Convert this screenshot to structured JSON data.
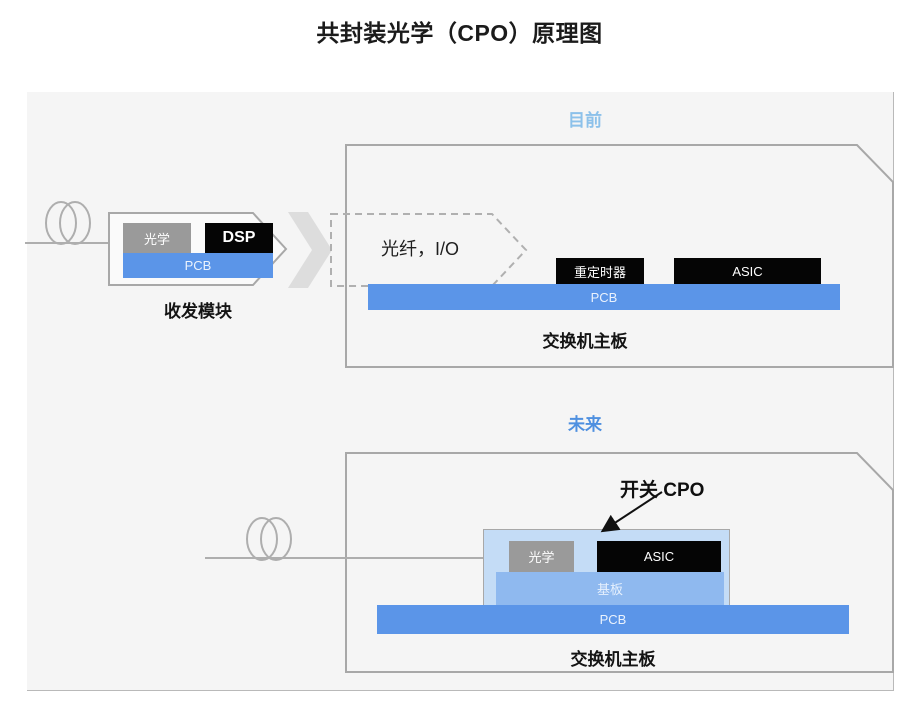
{
  "title": "共封装光学（CPO）原理图",
  "colors": {
    "panel_bg": "#f5f5f5",
    "pcb_blue": "#5b95e8",
    "substrate_blue": "#8fb9ef",
    "cpo_shell_blue": "#c4dcf6",
    "chip_grey": "#9a9a9a",
    "chip_black": "#050505",
    "outline_grey": "#a8a8a8",
    "label_current_blue": "#8cc1ea",
    "label_future_blue": "#4f90e0"
  },
  "sections": {
    "current": {
      "label": "目前",
      "transceiver": {
        "caption": "收发模块",
        "optics_label": "光学",
        "dsp_label": "DSP",
        "pcb_label": "PCB"
      },
      "fiber_io_label": "光纤，I/O",
      "board": {
        "caption": "交换机主板",
        "retimer_label": "重定时器",
        "asic_label": "ASIC",
        "pcb_label": "PCB"
      }
    },
    "future": {
      "label": "未来",
      "callout": "开关 CPO",
      "cpo": {
        "optics_label": "光学",
        "asic_label": "ASIC",
        "substrate_label": "基板"
      },
      "board": {
        "caption": "交换机主板",
        "pcb_label": "PCB"
      }
    }
  },
  "icons": {
    "fiber_coil": "fiber-coil-icon",
    "flow_chevron": "chevron-right-icon",
    "callout_arrow": "arrow-down-left-icon"
  }
}
